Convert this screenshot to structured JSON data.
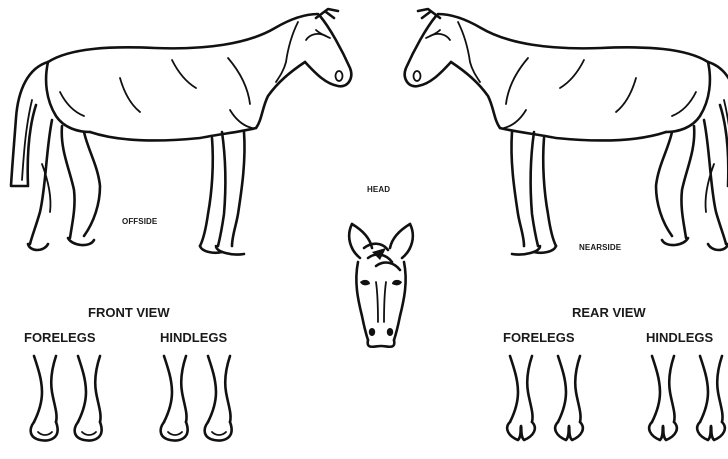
{
  "labels": {
    "offside": "OFFSIDE",
    "nearside": "NEARSIDE",
    "head": "HEAD",
    "front_view": "FRONT VIEW",
    "rear_view": "REAR VIEW",
    "front_forelegs": "FORELEGS",
    "front_hindlegs": "HINDLEGS",
    "rear_forelegs": "FORELEGS",
    "rear_hindlegs": "HINDLEGS"
  },
  "style": {
    "line_color": "#111111",
    "background": "#ffffff"
  }
}
